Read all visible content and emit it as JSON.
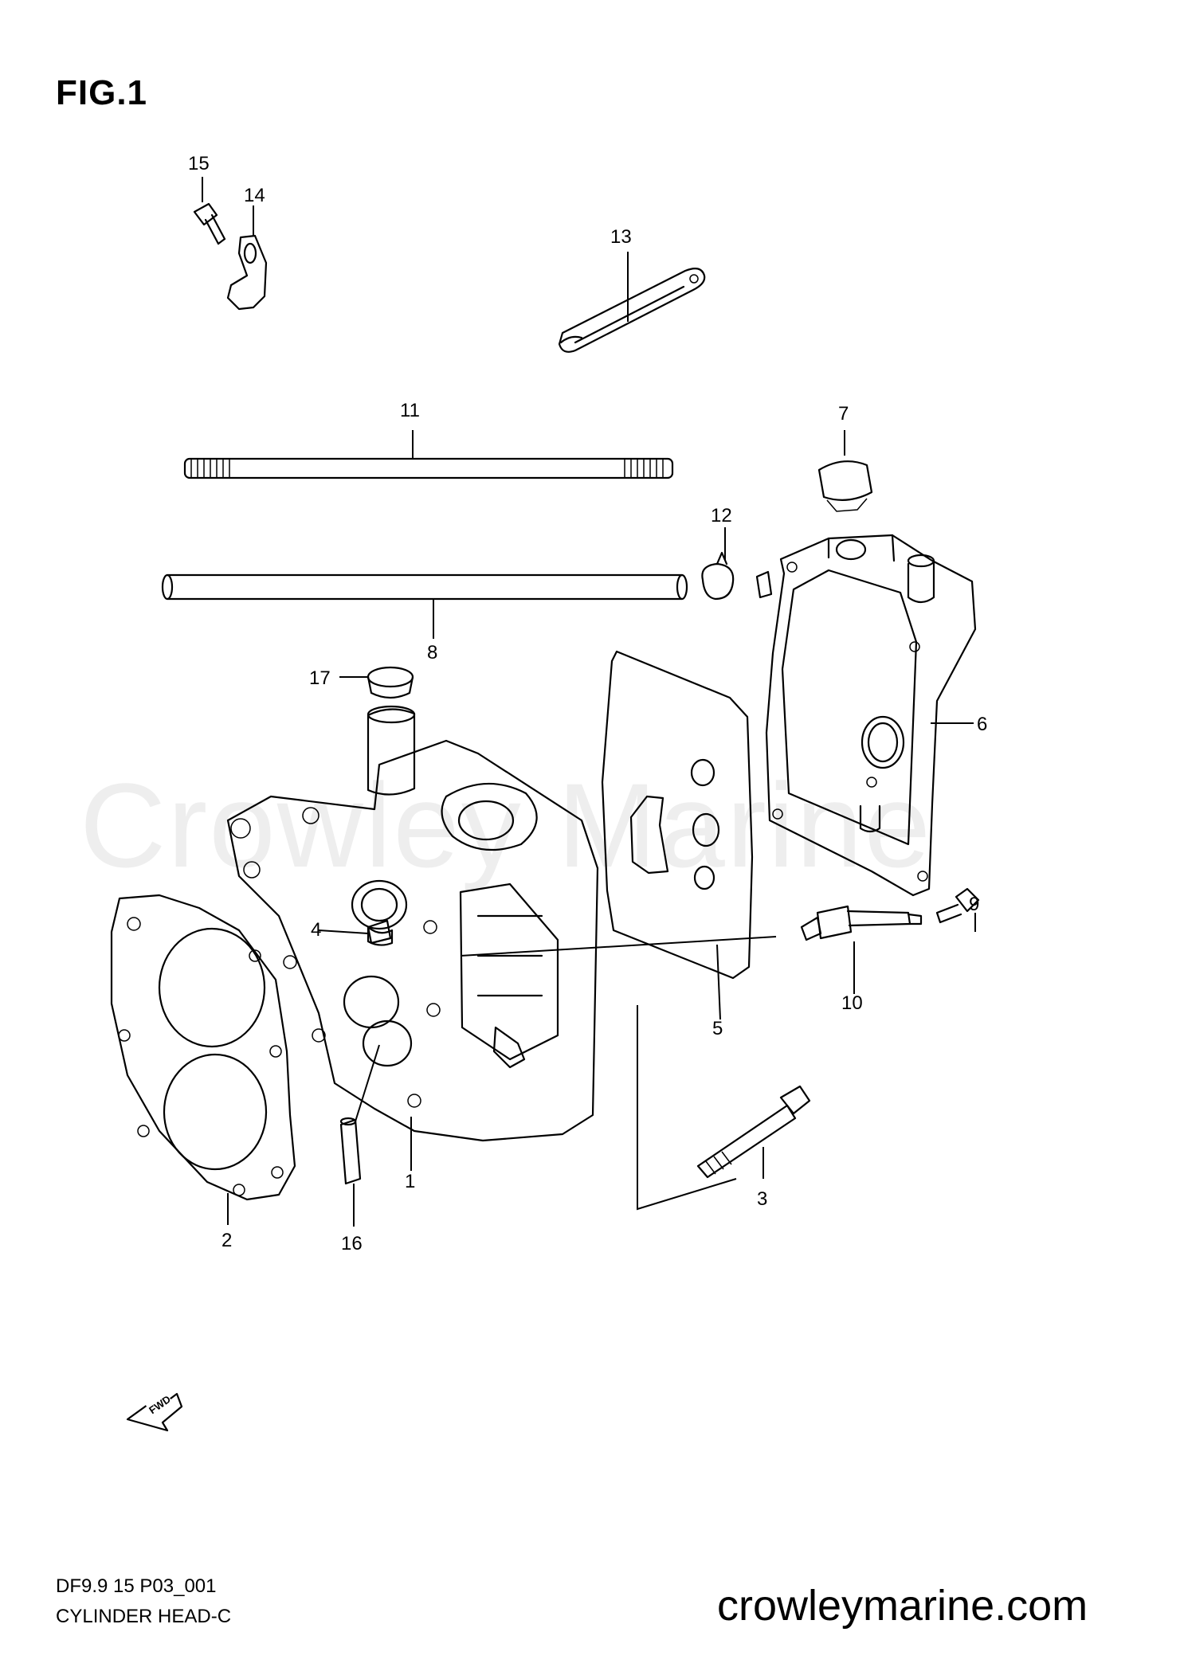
{
  "figure_label": "FIG.1",
  "watermark": "Crowley Marine",
  "callouts": [
    "1",
    "2",
    "3",
    "4",
    "5",
    "6",
    "7",
    "8",
    "9",
    "10",
    "11",
    "12",
    "13",
    "14",
    "15",
    "16",
    "17"
  ],
  "fwd_arrow_text": "FWD",
  "footer": {
    "model_code": "DF9.9 15 P03_001",
    "section_name": "CYLINDER HEAD-C",
    "website": "crowleymarine.com"
  }
}
